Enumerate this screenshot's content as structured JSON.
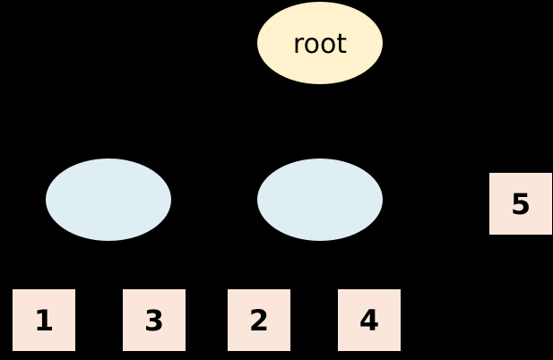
{
  "diagram": {
    "type": "tree",
    "colors": {
      "background": "#000000",
      "edge": "#000000",
      "root_fill": "#fff2cc",
      "internal_fill": "#dfeef3",
      "leaf_fill": "#fbe6dc"
    },
    "root": {
      "label": "root"
    },
    "internal_nodes": [
      {
        "label": ""
      },
      {
        "label": ""
      }
    ],
    "leaves": [
      {
        "label": "1"
      },
      {
        "label": "3"
      },
      {
        "label": "2"
      },
      {
        "label": "4"
      },
      {
        "label": "5"
      }
    ]
  }
}
